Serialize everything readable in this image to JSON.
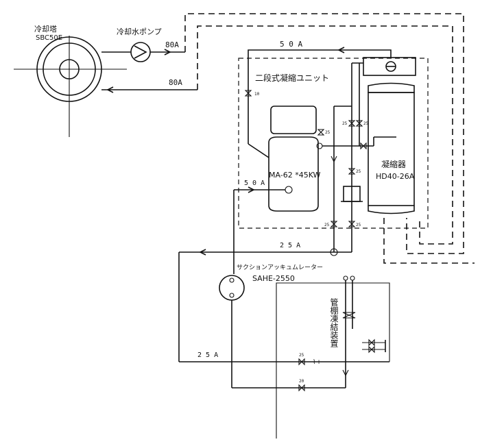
{
  "labels": {
    "cooling_tower_name": "冷却塔",
    "cooling_tower_model": "SBC50E",
    "pump_name": "冷却水ポンプ",
    "pipe_top_80a": "80A",
    "pipe_mid_80a": "80A",
    "pipe_50a_top": "5 0 A",
    "unit_name": "二段式凝縮ユニット",
    "compressor_model": "MA-62 *45KW",
    "condenser_name": "凝縮器",
    "condenser_model": "HD40-26A",
    "pipe_50a_suction": "5 0 A",
    "pipe_25a_upper": "2 5 A",
    "accumulator_name": "サクションアッキュムレーター",
    "accumulator_model": "SAHE-2550",
    "freezer_name": "管棚凍結装置",
    "pipe_25a_lower": "2 5 A",
    "valve_10": "10",
    "valve_25_a": "25",
    "valve_25_b": "25",
    "valve_25_c": "25",
    "valve_25_d": "25",
    "valve_25_e": "25",
    "valve_25_f": "25",
    "valve_20": "20",
    "valve_25_g": "25"
  }
}
